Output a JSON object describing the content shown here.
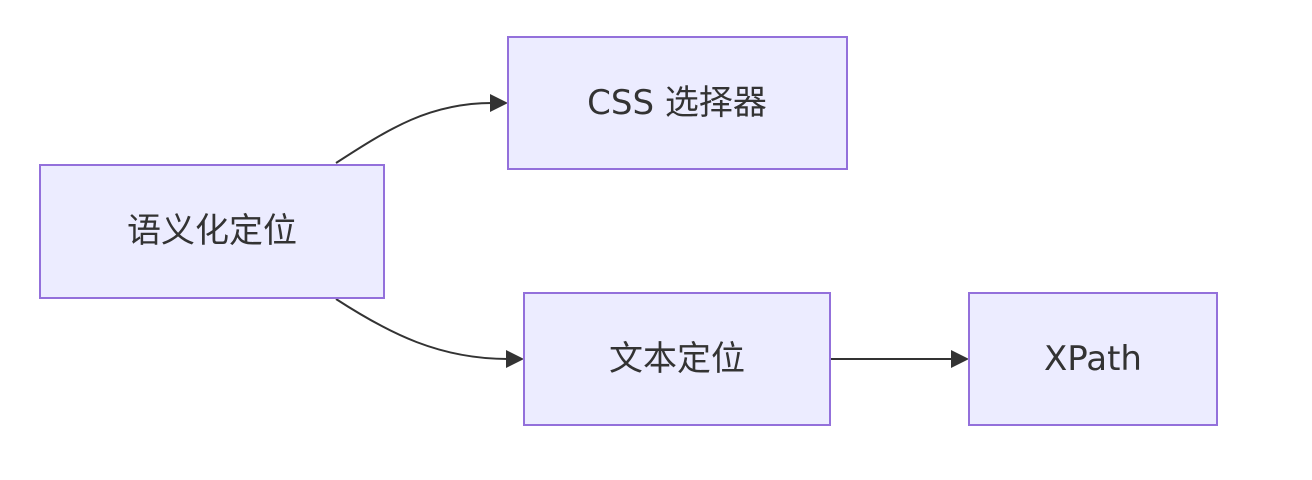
{
  "colors": {
    "node_fill": "#ECECFF",
    "node_stroke": "#9370DB",
    "edge": "#333333",
    "text": "#333333",
    "background": "#FFFFFF"
  },
  "nodes": {
    "semantic": {
      "label": "语义化定位"
    },
    "css": {
      "label": "CSS 选择器"
    },
    "text": {
      "label": "文本定位"
    },
    "xpath": {
      "label": "XPath"
    }
  },
  "edges": [
    {
      "from": "semantic",
      "to": "css"
    },
    {
      "from": "semantic",
      "to": "text"
    },
    {
      "from": "text",
      "to": "xpath"
    }
  ]
}
